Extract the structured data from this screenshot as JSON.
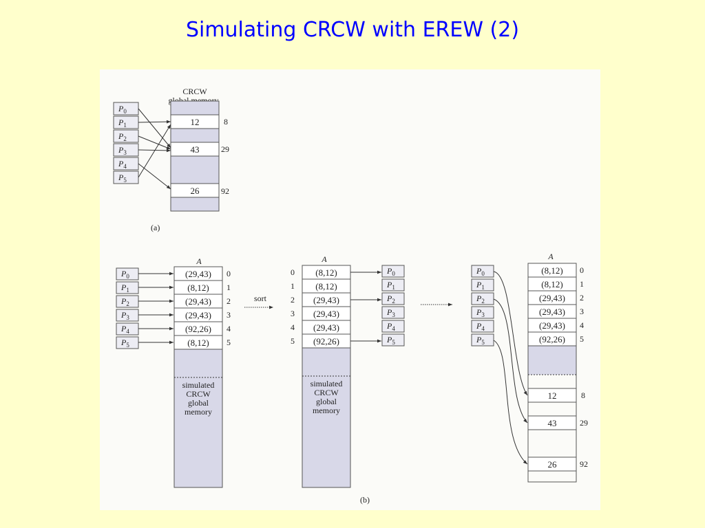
{
  "slide": {
    "title": "Simulating CRCW with EREW (2)"
  },
  "figure_a": {
    "caption": "(a)",
    "memory_title_line1": "CRCW",
    "memory_title_line2": "global memory",
    "processors": [
      "P",
      "P",
      "P",
      "P",
      "P",
      "P"
    ],
    "processor_subscripts": [
      "0",
      "1",
      "2",
      "3",
      "4",
      "5"
    ],
    "cells": [
      {
        "value": "12",
        "address": "8"
      },
      {
        "value": "43",
        "address": "29"
      },
      {
        "value": "26",
        "address": "92"
      }
    ]
  },
  "figure_b": {
    "caption": "(b)",
    "array_label": "A",
    "sort_label": "sort",
    "memory_label": [
      "simulated",
      "CRCW",
      "global",
      "memory"
    ],
    "unsorted_pairs": [
      "(29,43)",
      "(8,12)",
      "(29,43)",
      "(29,43)",
      "(92,26)",
      "(8,12)"
    ],
    "sorted_pairs": [
      "(8,12)",
      "(8,12)",
      "(29,43)",
      "(29,43)",
      "(29,43)",
      "(92,26)"
    ],
    "indices": [
      "0",
      "1",
      "2",
      "3",
      "4",
      "5"
    ],
    "result_cells": [
      {
        "value": "12",
        "address": "8"
      },
      {
        "value": "43",
        "address": "29"
      },
      {
        "value": "26",
        "address": "92"
      }
    ]
  }
}
